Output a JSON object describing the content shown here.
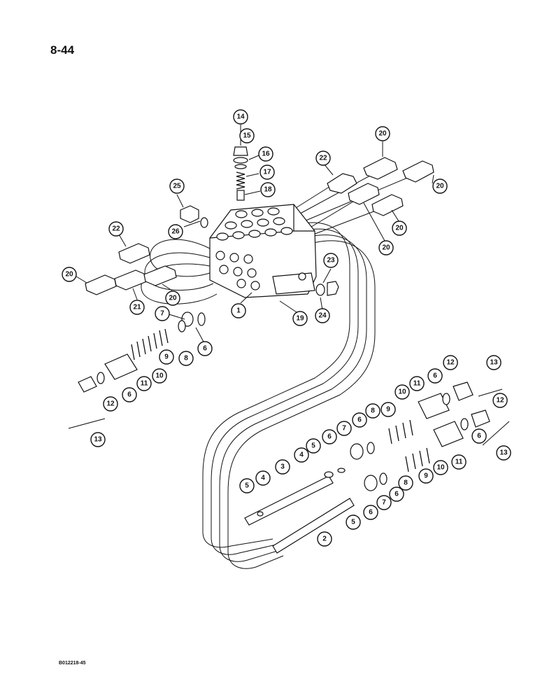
{
  "page_number": "8-44",
  "figure_code": "B012218-45",
  "callouts": [
    {
      "id": "c14",
      "label": "14"
    },
    {
      "id": "c15",
      "label": "15"
    },
    {
      "id": "c16",
      "label": "16"
    },
    {
      "id": "c17",
      "label": "17"
    },
    {
      "id": "c18",
      "label": "18"
    },
    {
      "id": "c25",
      "label": "25"
    },
    {
      "id": "c26",
      "label": "26"
    },
    {
      "id": "c22a",
      "label": "22"
    },
    {
      "id": "c20a",
      "label": "20"
    },
    {
      "id": "c20b",
      "label": "20"
    },
    {
      "id": "c20c",
      "label": "20"
    },
    {
      "id": "c20d",
      "label": "20"
    },
    {
      "id": "c22b",
      "label": "22"
    },
    {
      "id": "c20e",
      "label": "20"
    },
    {
      "id": "c21",
      "label": "21"
    },
    {
      "id": "c20f",
      "label": "20"
    },
    {
      "id": "c23",
      "label": "23"
    },
    {
      "id": "c24",
      "label": "24"
    },
    {
      "id": "c19",
      "label": "19"
    },
    {
      "id": "c1",
      "label": "1"
    },
    {
      "id": "c7a",
      "label": "7"
    },
    {
      "id": "c6a",
      "label": "6"
    },
    {
      "id": "c9a",
      "label": "9"
    },
    {
      "id": "c8a",
      "label": "8"
    },
    {
      "id": "c10a",
      "label": "10"
    },
    {
      "id": "c11a",
      "label": "11"
    },
    {
      "id": "c6b",
      "label": "6"
    },
    {
      "id": "c12a",
      "label": "12"
    },
    {
      "id": "c13a",
      "label": "13"
    },
    {
      "id": "c13b",
      "label": "13"
    },
    {
      "id": "c12b",
      "label": "12"
    },
    {
      "id": "c6c",
      "label": "6"
    },
    {
      "id": "c11b",
      "label": "11"
    },
    {
      "id": "c10b",
      "label": "10"
    },
    {
      "id": "c9b",
      "label": "9"
    },
    {
      "id": "c8b",
      "label": "8"
    },
    {
      "id": "c6d",
      "label": "6"
    },
    {
      "id": "c7b",
      "label": "7"
    },
    {
      "id": "c6e",
      "label": "6"
    },
    {
      "id": "c5a",
      "label": "5"
    },
    {
      "id": "c4a",
      "label": "4"
    },
    {
      "id": "c3",
      "label": "3"
    },
    {
      "id": "c4b",
      "label": "4"
    },
    {
      "id": "c5b",
      "label": "5"
    },
    {
      "id": "c12c",
      "label": "12"
    },
    {
      "id": "c6f",
      "label": "6"
    },
    {
      "id": "c13c",
      "label": "13"
    },
    {
      "id": "c11c",
      "label": "11"
    },
    {
      "id": "c10c",
      "label": "10"
    },
    {
      "id": "c9c",
      "label": "9"
    },
    {
      "id": "c8c",
      "label": "8"
    },
    {
      "id": "c6g",
      "label": "6"
    },
    {
      "id": "c7c",
      "label": "7"
    },
    {
      "id": "c6h",
      "label": "6"
    },
    {
      "id": "c5c",
      "label": "5"
    },
    {
      "id": "c2",
      "label": "2"
    }
  ]
}
